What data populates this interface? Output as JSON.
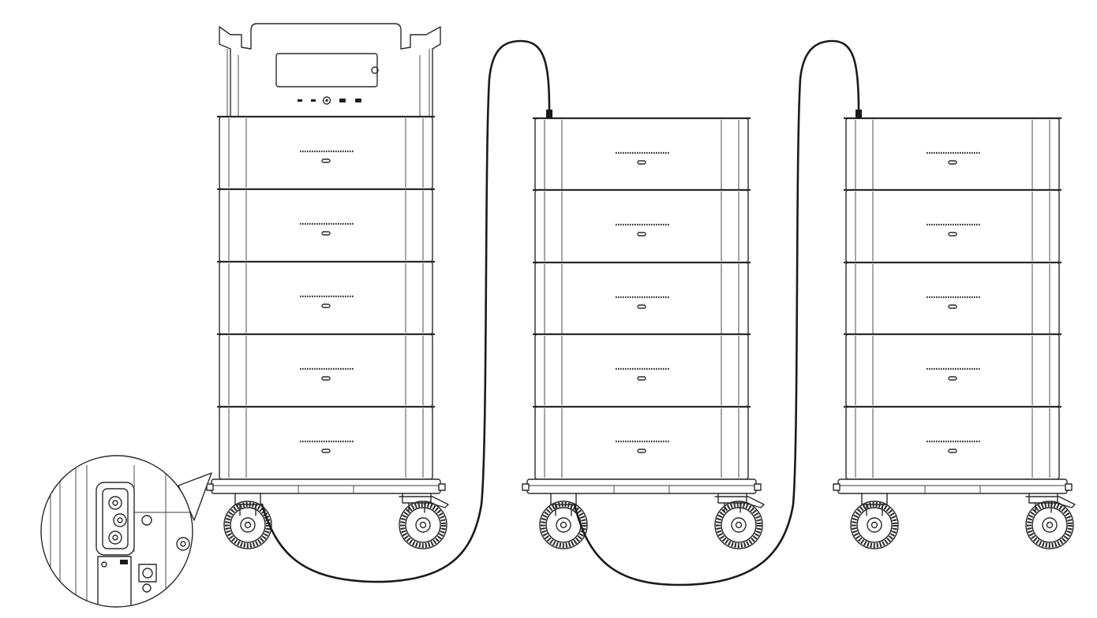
{
  "diagram": {
    "subject": "stacked-battery-system-parallel-connection",
    "colors": {
      "line": "#2a2a2a",
      "cable": "#1b1b1b",
      "background": "#ffffff"
    },
    "units": [
      {
        "role": "main-unit",
        "battery_modules": 5,
        "has_control_panel": true
      },
      {
        "role": "expansion-unit-1",
        "battery_modules": 5,
        "has_control_panel": false
      },
      {
        "role": "expansion-unit-2",
        "battery_modules": 5,
        "has_control_panel": false
      }
    ],
    "connections": [
      {
        "from": "main-unit",
        "to": "expansion-unit-1",
        "type": "cable"
      },
      {
        "from": "expansion-unit-1",
        "to": "expansion-unit-2",
        "type": "cable"
      }
    ],
    "detail_callout": {
      "subject": "connector-port-zoom"
    }
  }
}
